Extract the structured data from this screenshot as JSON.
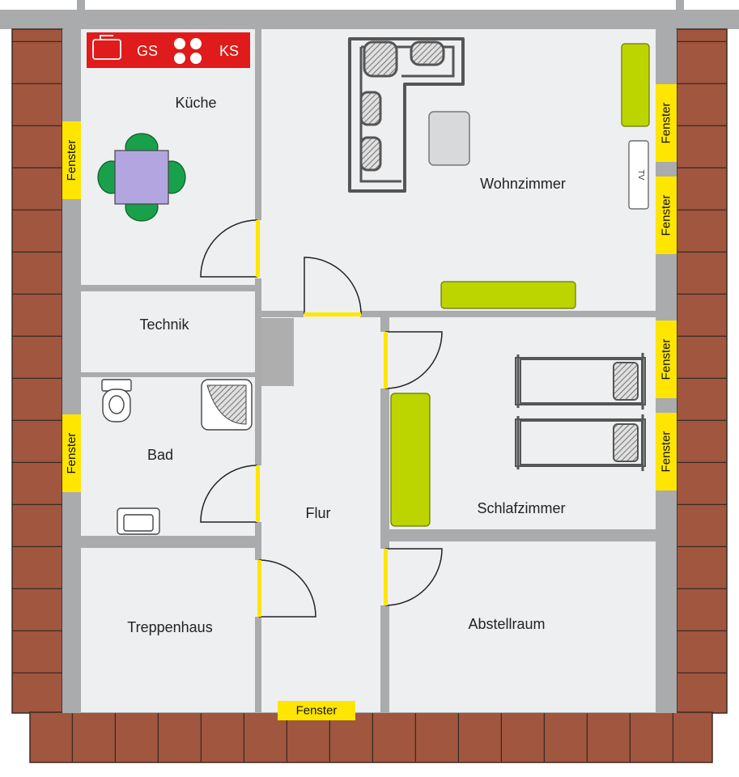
{
  "rooms": {
    "kueche": "Küche",
    "wohnzimmer": "Wohnzimmer",
    "technik": "Technik",
    "bad": "Bad",
    "flur": "Flur",
    "schlafzimmer": "Schlafzimmer",
    "treppenhaus": "Treppenhaus",
    "abstellraum": "Abstellraum"
  },
  "window_label": "Fenster",
  "appliances": {
    "gs": "GS",
    "ks": "KS",
    "tv": "TV"
  },
  "colors": {
    "brick": "#a0563f",
    "wall": "#a9abad",
    "floor": "#eeeff0",
    "window": "#ffe600",
    "furniture_green": "#bcd500",
    "table": "#b3a6e0",
    "chair": "#19a04a",
    "appliance_red": "#e01b1b",
    "sofa": "#555555"
  }
}
